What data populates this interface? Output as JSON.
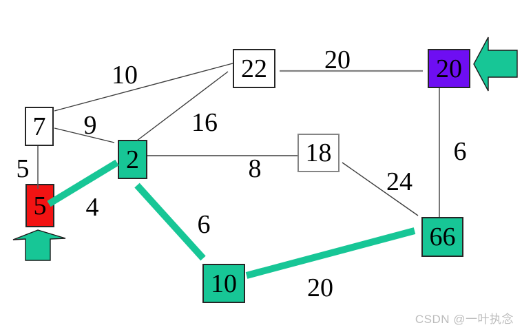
{
  "page": {
    "watermark": "CSDN @一叶执念"
  },
  "palette": {
    "highlight_green": "#17c696",
    "start_red": "#f21313",
    "target_purple": "#6e0ef2",
    "node_white": "#ffffff",
    "edge_thin": "#3d3d3d",
    "edge_gray": "#808080",
    "watermark_gray": "#bcbcbc"
  },
  "graph": {
    "nodes": [
      {
        "id": "7",
        "label": "7",
        "fill": "#ffffff"
      },
      {
        "id": "22",
        "label": "22",
        "fill": "#ffffff"
      },
      {
        "id": "20",
        "label": "20",
        "fill": "#6e0ef2"
      },
      {
        "id": "2",
        "label": "2",
        "fill": "#17c696"
      },
      {
        "id": "18",
        "label": "18",
        "fill": "#ffffff"
      },
      {
        "id": "5",
        "label": "5",
        "fill": "#f21313"
      },
      {
        "id": "66",
        "label": "66",
        "fill": "#17c696"
      },
      {
        "id": "10",
        "label": "10",
        "fill": "#17c696"
      }
    ],
    "edges": [
      {
        "from": "7",
        "to": "22",
        "weight": "10",
        "style": "thin"
      },
      {
        "from": "7",
        "to": "2",
        "weight": "9",
        "style": "thin"
      },
      {
        "from": "2",
        "to": "22",
        "weight": "16",
        "style": "thin"
      },
      {
        "from": "22",
        "to": "20",
        "weight": "20",
        "style": "thin-gray"
      },
      {
        "from": "2",
        "to": "18",
        "weight": "8",
        "style": "thin"
      },
      {
        "from": "18",
        "to": "66",
        "weight": "24",
        "style": "thin"
      },
      {
        "from": "20",
        "to": "66",
        "weight": "6",
        "style": "thin"
      },
      {
        "from": "7",
        "to": "5",
        "weight": "5",
        "style": "thin"
      },
      {
        "from": "5",
        "to": "2",
        "weight": "4",
        "style": "thick-green"
      },
      {
        "from": "2",
        "to": "10",
        "weight": "6",
        "style": "thick-green"
      },
      {
        "from": "10",
        "to": "66",
        "weight": "20",
        "style": "thick-green"
      }
    ],
    "markers": [
      {
        "name": "up-arrow",
        "points_at": "5",
        "color": "#17c696"
      },
      {
        "name": "left-arrow",
        "points_at": "20",
        "color": "#17c696"
      }
    ]
  }
}
